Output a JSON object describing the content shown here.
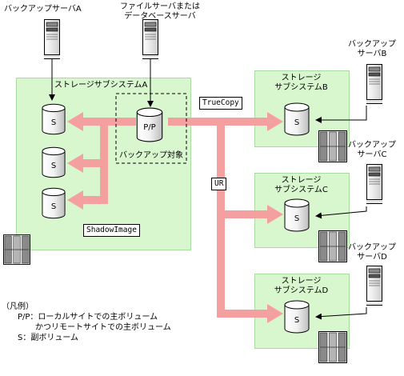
{
  "servers": {
    "backup_a": "バックアップサーバA",
    "file_db_line1": "ファイルサーバまたは",
    "file_db_line2": "データベースサーバ",
    "backup_b_line1": "バックアップ",
    "backup_b_line2": "サーバB",
    "backup_c_line1": "バックアップ",
    "backup_c_line2": "サーバC",
    "backup_d_line1": "バックアップ",
    "backup_d_line2": "サーバD"
  },
  "storage": {
    "a": "ストレージサブシステムA",
    "b_line1": "ストレージ",
    "b_line2": "サブシステムB",
    "c_line1": "ストレージ",
    "c_line2": "サブシステムC",
    "d_line1": "ストレージ",
    "d_line2": "サブシステムD"
  },
  "volumes": {
    "primary": "P/P",
    "secondary": "S"
  },
  "backup_target": "バックアップ対象",
  "tags": {
    "truecopy": "TrueCopy",
    "ur": "UR",
    "shadowimage": "ShadowImage"
  },
  "legend": {
    "title": "（凡例）",
    "pp_line1": "P/P：ローカルサイトでの主ボリューム",
    "pp_line2": "かつリモートサイトでの主ボリューム",
    "s_line": "S：副ボリューム"
  },
  "colors": {
    "storage_fill": "#d9f7cf",
    "arrow_pink": "#f5a0a0"
  }
}
